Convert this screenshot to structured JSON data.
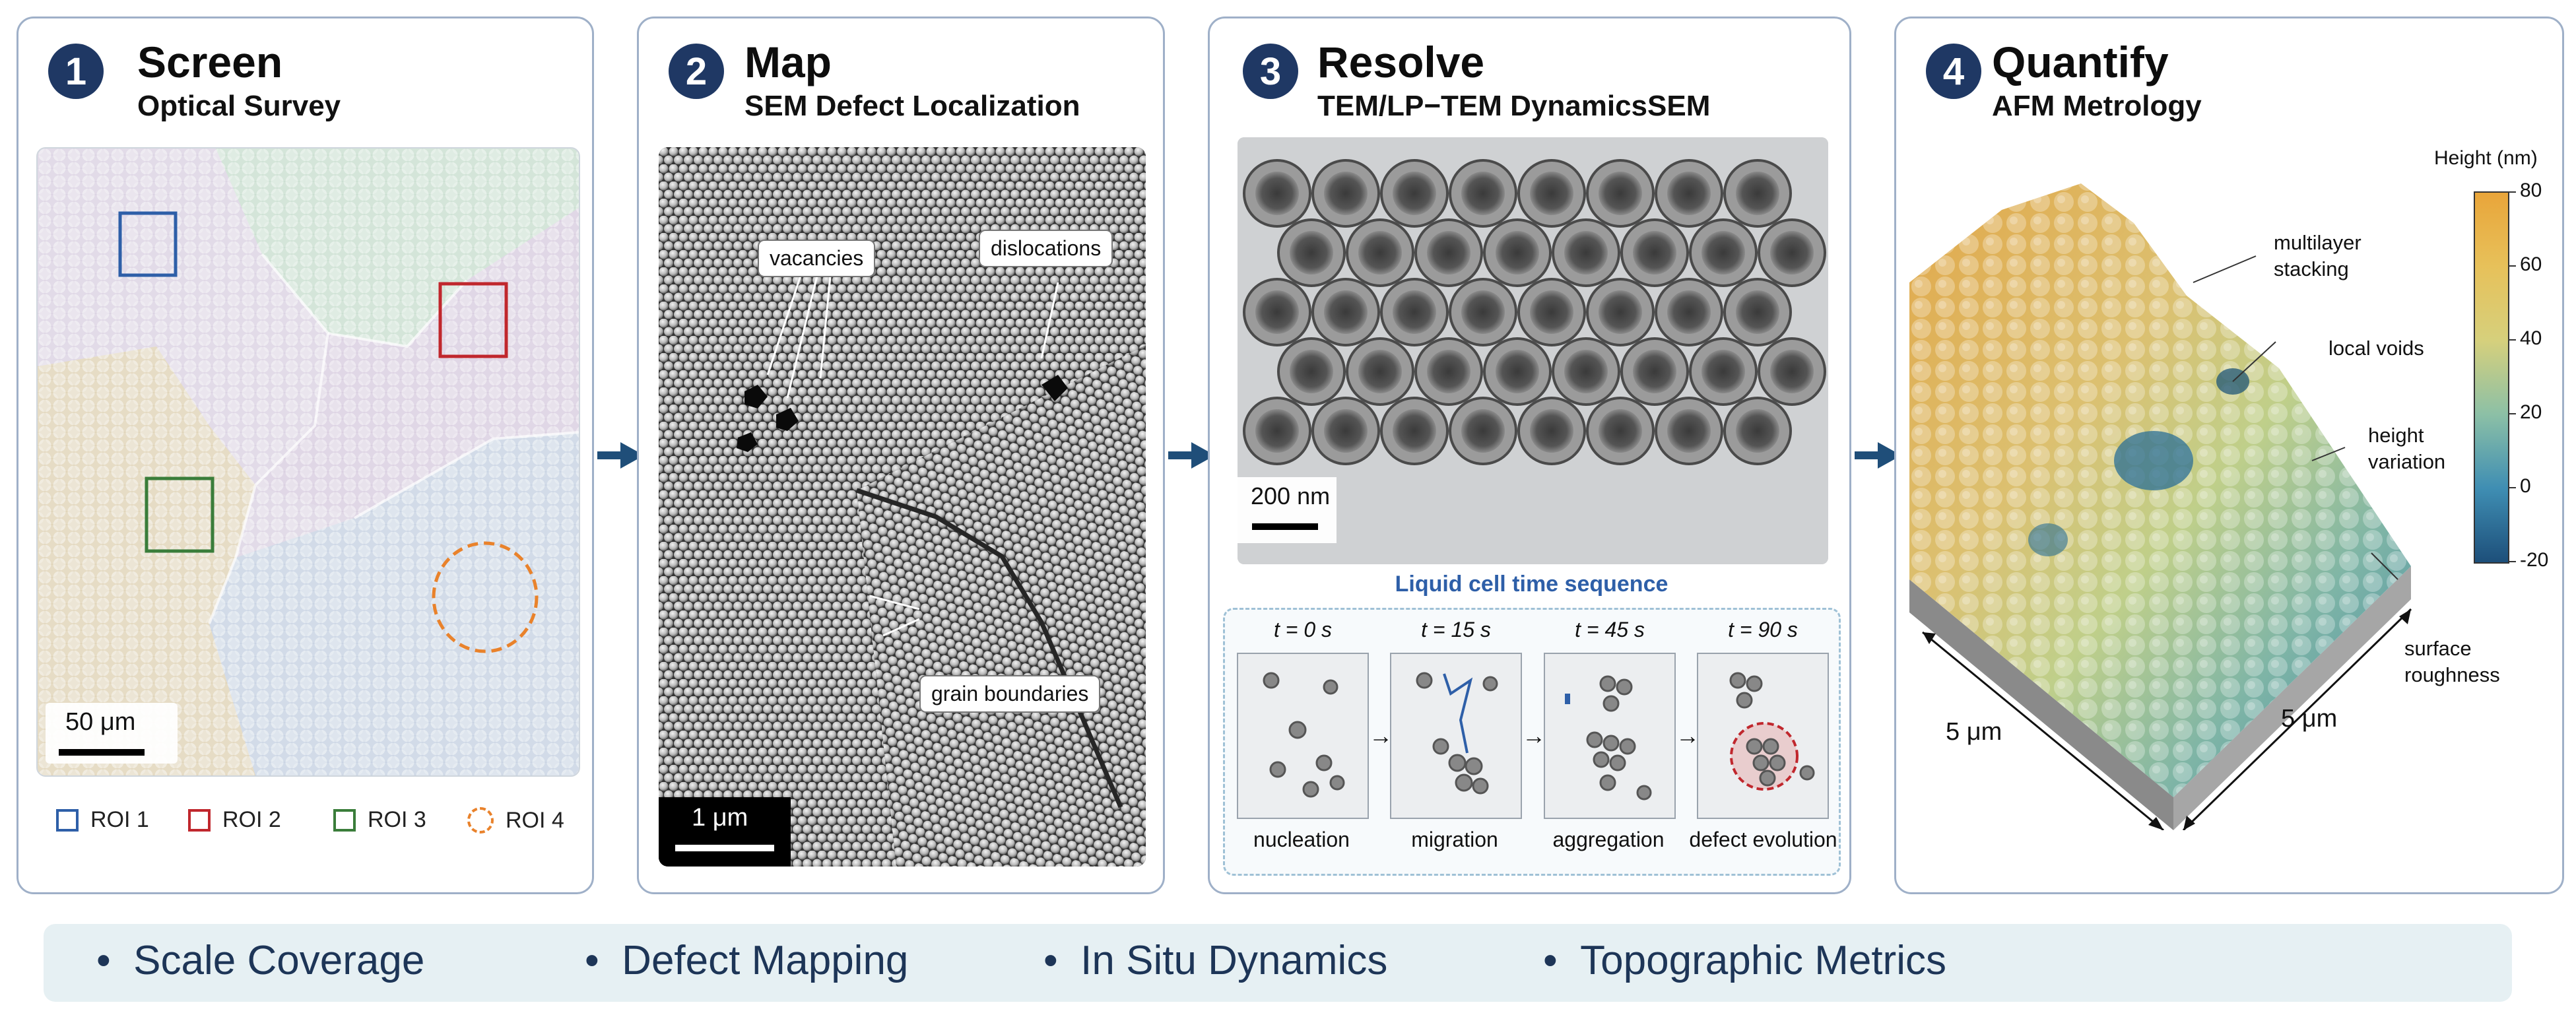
{
  "panels": [
    {
      "number": "1",
      "title": "Screen",
      "subtitle": "Optical Survey"
    },
    {
      "number": "2",
      "title": "Map",
      "subtitle": "SEM Defect Localization"
    },
    {
      "number": "3",
      "title": "Resolve",
      "subtitle": "TEM/LP−TEM DynamicsSEM"
    },
    {
      "number": "4",
      "title": "Quantify",
      "subtitle": "AFM Metrology"
    }
  ],
  "optical": {
    "scalebar": "50 μm",
    "rois": [
      {
        "label": "ROI 1",
        "color": "#2e5fa8",
        "shape": "square"
      },
      {
        "label": "ROI 2",
        "color": "#c0272d",
        "shape": "square"
      },
      {
        "label": "ROI 3",
        "color": "#3a7d3a",
        "shape": "square"
      },
      {
        "label": "ROI 4",
        "color": "#e9822b",
        "shape": "dashed-circle"
      }
    ]
  },
  "sem": {
    "scalebar": "1 μm",
    "labels": {
      "vacancies": "vacancies",
      "dislocations": "dislocations",
      "grain_boundaries": "grain boundaries"
    }
  },
  "tem": {
    "scalebar": "200 nm",
    "sequence_title": "Liquid cell time sequence",
    "frames": [
      {
        "time": "t = 0 s",
        "caption": "nucleation"
      },
      {
        "time": "t = 15 s",
        "caption": "migration"
      },
      {
        "time": "t = 45 s",
        "caption": "aggregation"
      },
      {
        "time": "t = 90 s",
        "caption": "defect evolution"
      }
    ]
  },
  "afm": {
    "colorbar_title": "Height (nm)",
    "colorbar_ticks": [
      "80",
      "60",
      "40",
      "20",
      "0",
      "-20"
    ],
    "annotations": {
      "multilayer": "multilayer\nstacking",
      "voids": "local voids",
      "height": "height\nvariation",
      "roughness": "surface\nroughness"
    },
    "dim_left": "5 μm",
    "dim_right": "5 μm"
  },
  "bottom_items": [
    "Scale Coverage",
    "Defect Mapping",
    "In Situ Dynamics",
    "Topographic Metrics"
  ],
  "colors": {
    "badge": "#1f3864",
    "arrow": "#1f4e79",
    "panel_border": "#9fb0c8",
    "sequence_title": "#2e5fa8"
  }
}
